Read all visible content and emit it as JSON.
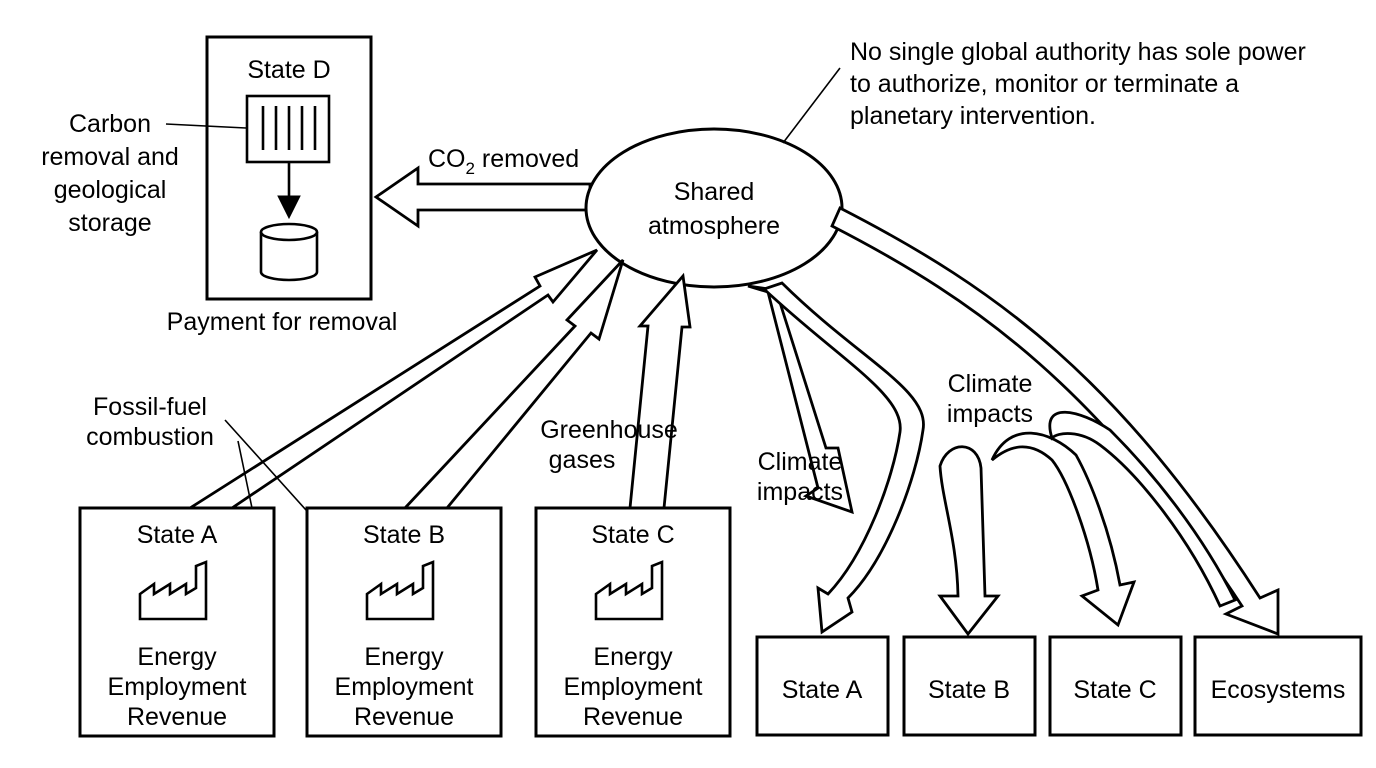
{
  "state_d": {
    "title": "State D",
    "side_label": [
      "Carbon",
      "removal and",
      "geological",
      "storage"
    ],
    "caption": "Payment for removal"
  },
  "co2_label": {
    "prefix": "CO",
    "subscript": "2",
    "suffix": " removed"
  },
  "atmosphere": [
    "Shared",
    "atmosphere"
  ],
  "governance_note": [
    "No single global authority has sole power",
    "to authorize, monitor or terminate a",
    "planetary intervention."
  ],
  "fossil_label": [
    "Fossil-fuel",
    "combustion"
  ],
  "greenhouse_label": [
    "Greenhouse",
    "gases"
  ],
  "impacts_label_left": [
    "Climate",
    "impacts"
  ],
  "impacts_label_right": [
    "Climate",
    "impacts"
  ],
  "emitters": [
    {
      "title": "State A",
      "lines": [
        "Energy",
        "Employment",
        "Revenue"
      ]
    },
    {
      "title": "State B",
      "lines": [
        "Energy",
        "Employment",
        "Revenue"
      ]
    },
    {
      "title": "State C",
      "lines": [
        "Energy",
        "Employment",
        "Revenue"
      ]
    }
  ],
  "receivers": [
    "State A",
    "State B",
    "State C",
    "Ecosystems"
  ],
  "colors": {
    "stroke": "#000000",
    "background": "#ffffff"
  }
}
